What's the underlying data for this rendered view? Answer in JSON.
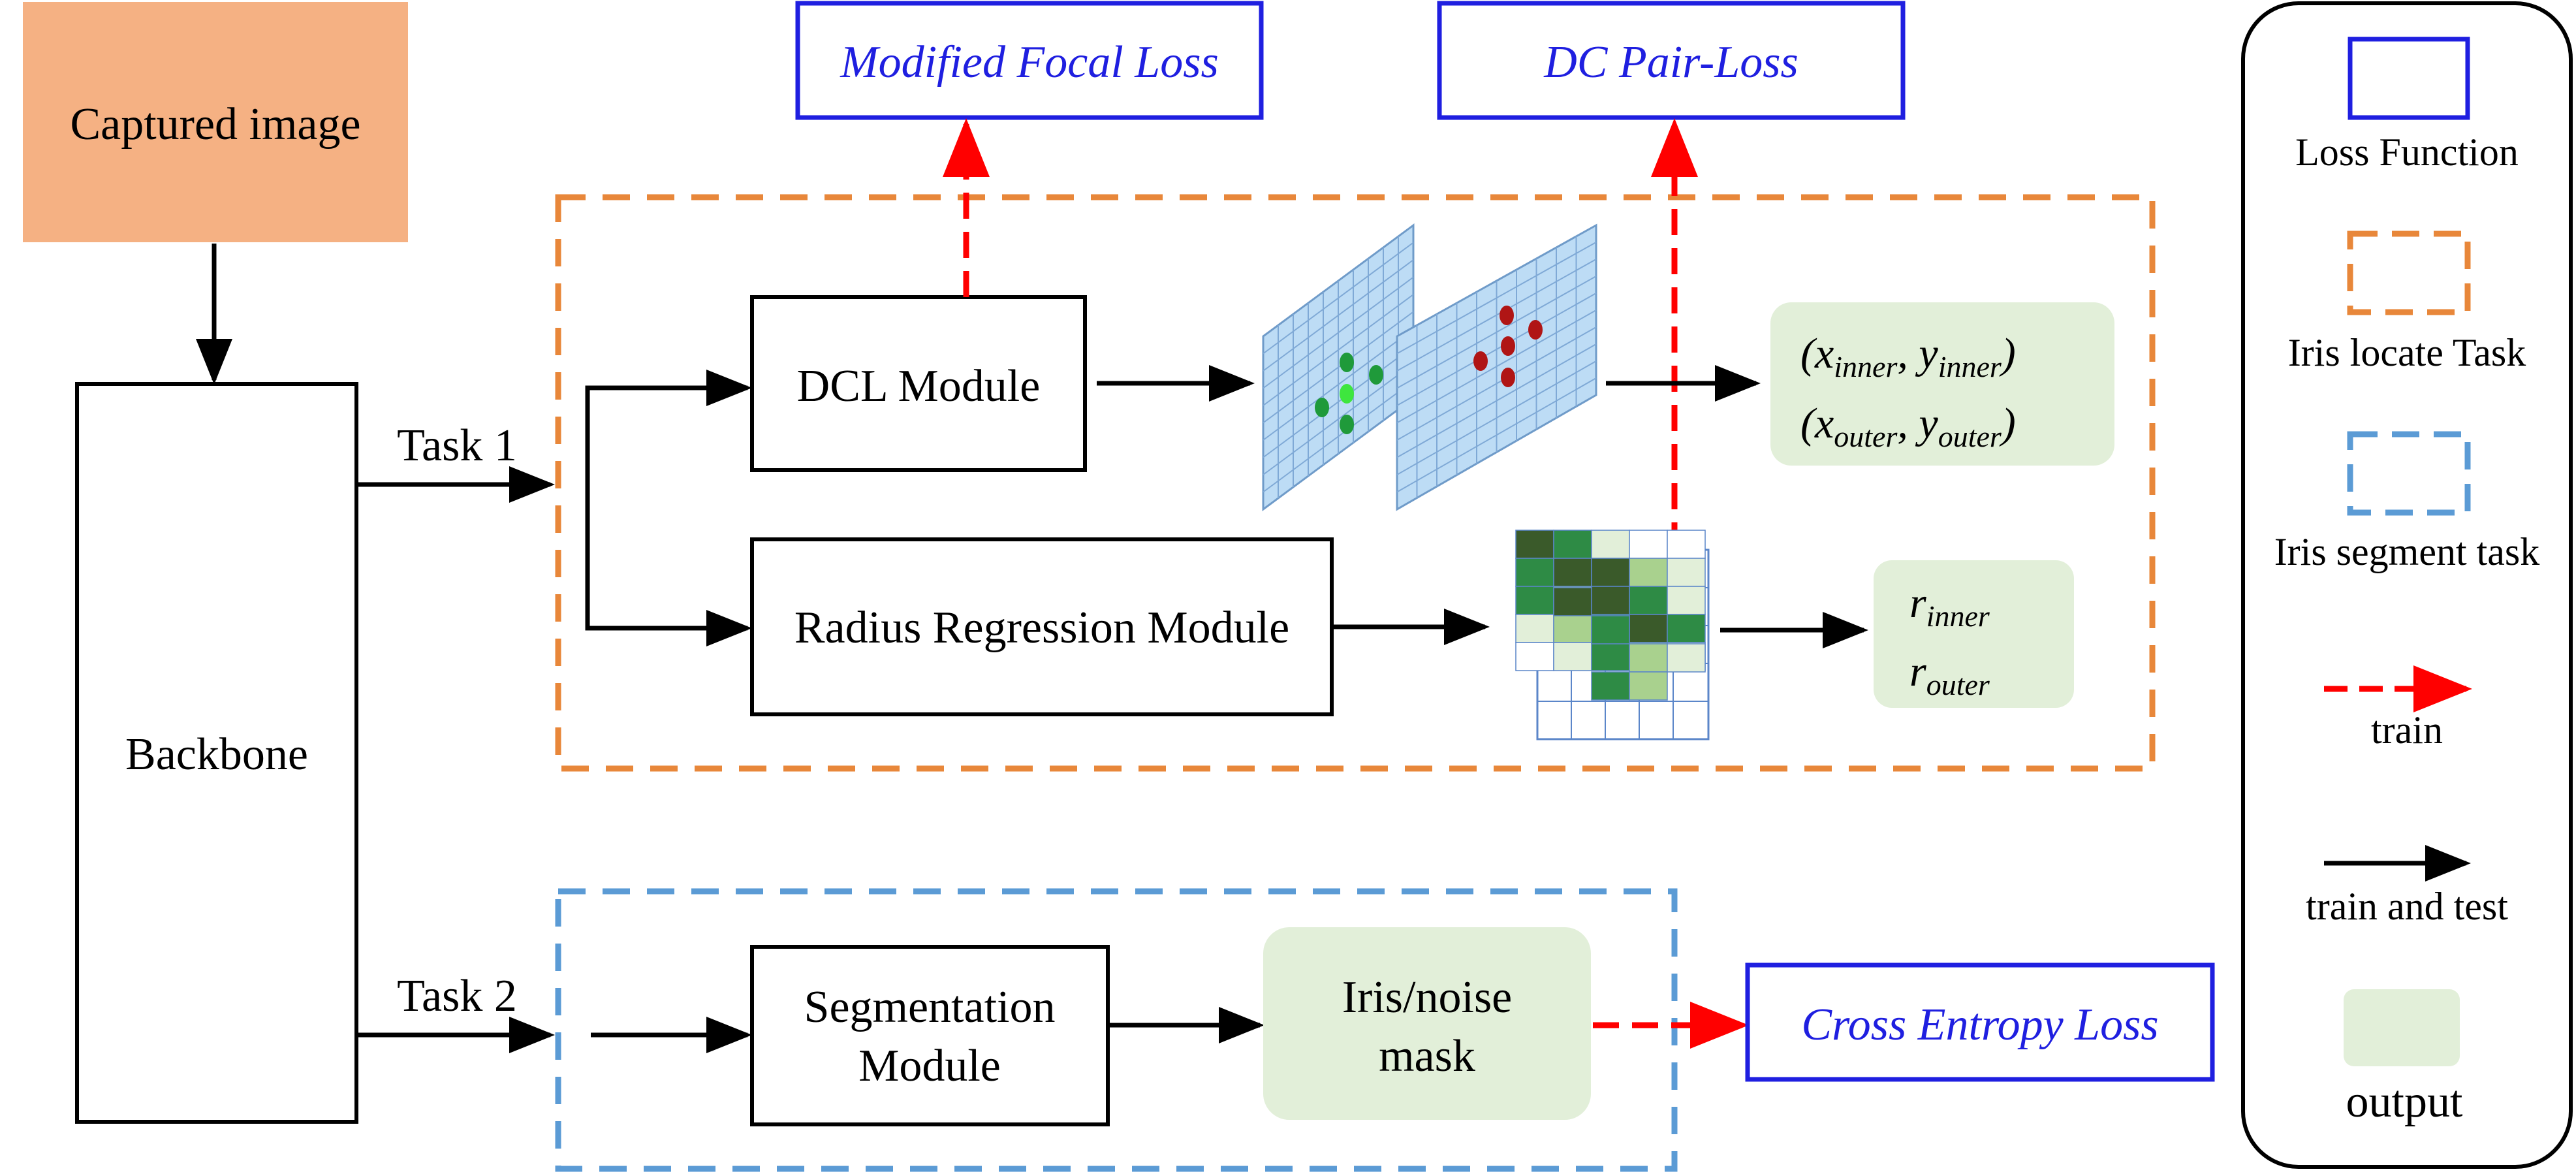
{
  "nodes": {
    "captured_image": "Captured image",
    "backbone": "Backbone",
    "dcl_module": "DCL Module",
    "radius_module": "Radius Regression Module",
    "seg_module_line1": "Segmentation",
    "seg_module_line2": "Module",
    "mask_line1": "Iris/noise",
    "mask_line2": "mask"
  },
  "tasks": {
    "task1": "Task 1",
    "task2": "Task 2"
  },
  "losses": {
    "focal": "Modified Focal Loss",
    "pair": "DC Pair-Loss",
    "ce": "Cross Entropy Loss"
  },
  "outputs": {
    "center_inner": {
      "x": "x",
      "y": "y",
      "sub": "inner"
    },
    "center_outer": {
      "x": "x",
      "y": "y",
      "sub": "outer"
    },
    "radius_inner": {
      "r": "r",
      "sub": "inner"
    },
    "radius_outer": {
      "r": "r",
      "sub": "outer"
    }
  },
  "legend": {
    "loss_function": "Loss Function",
    "locate_task": "Iris locate Task",
    "segment_task": "Iris segment task",
    "train": "train",
    "train_test": "train and test",
    "output": "output"
  },
  "colors": {
    "orange_fill": "#f5b183",
    "orange_dash": "#e8873a",
    "blue_dash": "#5b9bd5",
    "loss_blue": "#1f1fe0",
    "output_green": "#e2efd9",
    "train_red": "#ff0000",
    "grid_blue": "#bddcf5",
    "dot_green": "#1f9a3a",
    "dot_light_green": "#3ee63e",
    "dot_red": "#b01515"
  }
}
